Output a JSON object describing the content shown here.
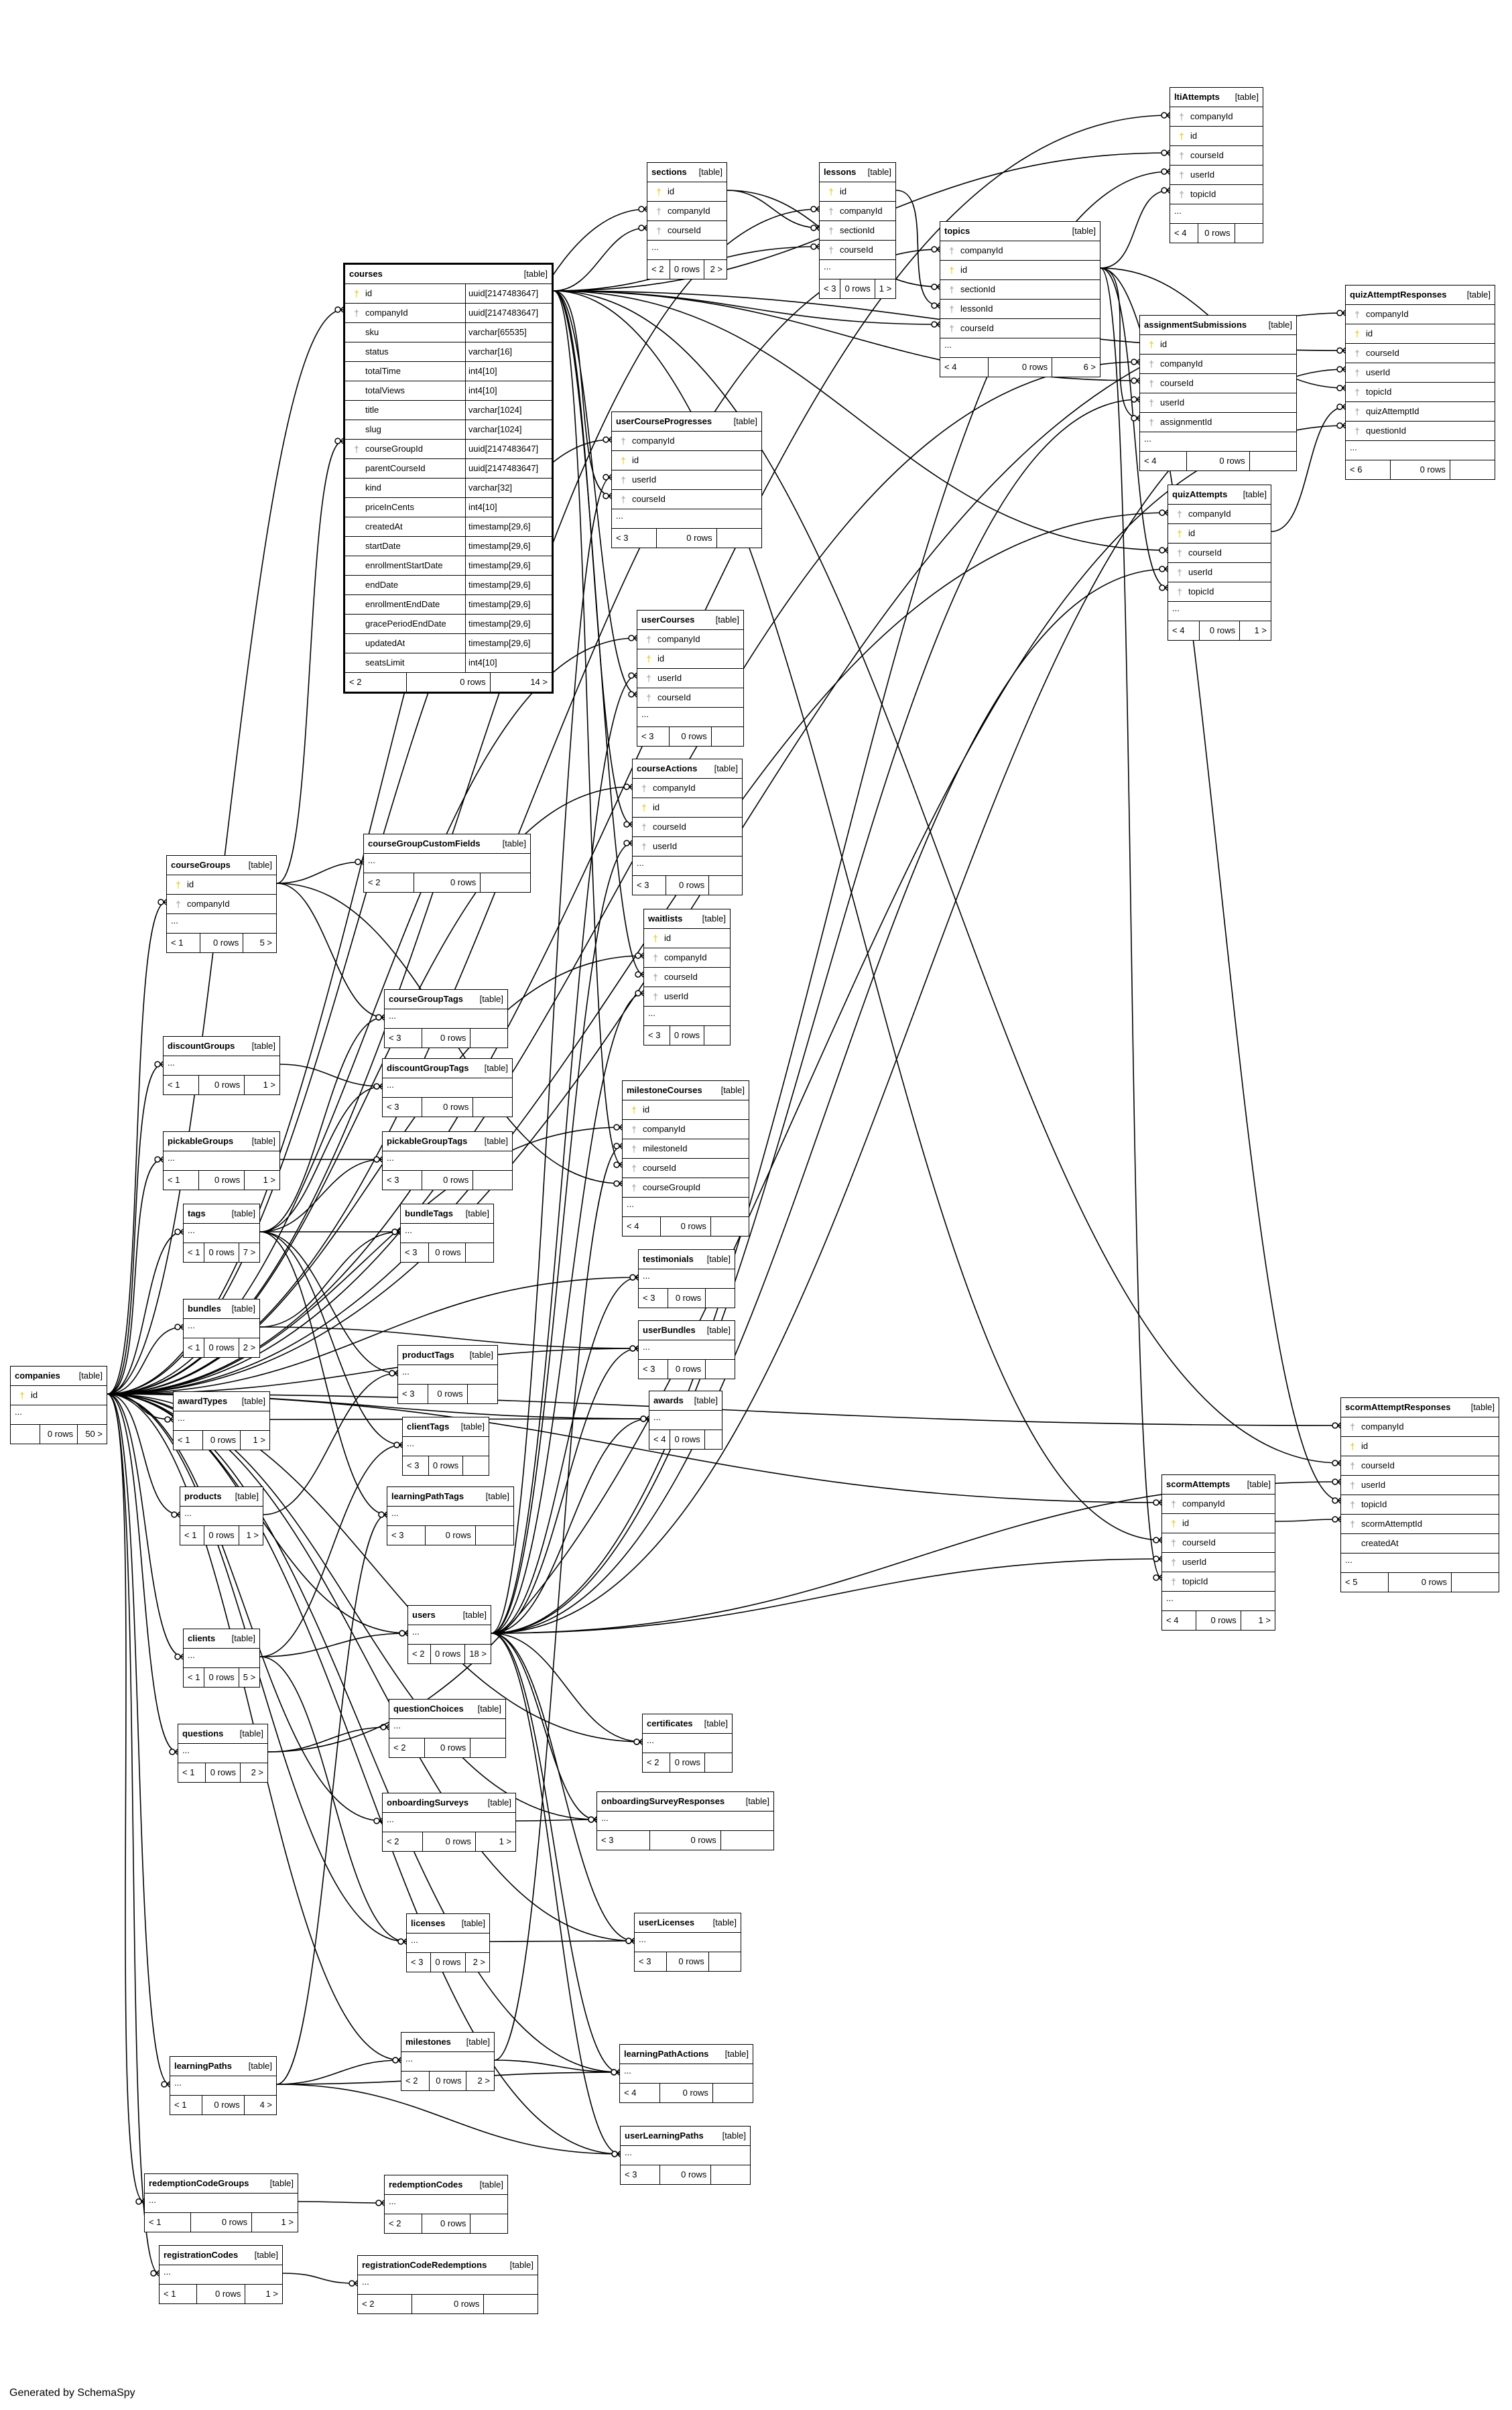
{
  "footer_text": "Generated by SchemaSpy",
  "type_tag": "[table]",
  "ellipsis": "...",
  "colors": {
    "line": "#000000",
    "pk_icon": "#e8c400",
    "fk_icon": "#9a9a9a"
  },
  "tables": [
    {
      "name": "companies",
      "columns": [
        {
          "key": "pk",
          "name": "id"
        }
      ],
      "footer": [
        "",
        "0 rows",
        "50 >"
      ]
    },
    {
      "name": "courses",
      "focus": true,
      "columns": [
        {
          "key": "pk",
          "name": "id",
          "type": "uuid[2147483647]"
        },
        {
          "key": "fk",
          "name": "companyId",
          "type": "uuid[2147483647]"
        },
        {
          "key": "",
          "name": "sku",
          "type": "varchar[65535]"
        },
        {
          "key": "",
          "name": "status",
          "type": "varchar[16]"
        },
        {
          "key": "",
          "name": "totalTime",
          "type": "int4[10]"
        },
        {
          "key": "",
          "name": "totalViews",
          "type": "int4[10]"
        },
        {
          "key": "",
          "name": "title",
          "type": "varchar[1024]"
        },
        {
          "key": "",
          "name": "slug",
          "type": "varchar[1024]"
        },
        {
          "key": "fk",
          "name": "courseGroupId",
          "type": "uuid[2147483647]"
        },
        {
          "key": "",
          "name": "parentCourseId",
          "type": "uuid[2147483647]"
        },
        {
          "key": "",
          "name": "kind",
          "type": "varchar[32]"
        },
        {
          "key": "",
          "name": "priceInCents",
          "type": "int4[10]"
        },
        {
          "key": "",
          "name": "createdAt",
          "type": "timestamp[29,6]"
        },
        {
          "key": "",
          "name": "startDate",
          "type": "timestamp[29,6]"
        },
        {
          "key": "",
          "name": "enrollmentStartDate",
          "type": "timestamp[29,6]"
        },
        {
          "key": "",
          "name": "endDate",
          "type": "timestamp[29,6]"
        },
        {
          "key": "",
          "name": "enrollmentEndDate",
          "type": "timestamp[29,6]"
        },
        {
          "key": "",
          "name": "gracePeriodEndDate",
          "type": "timestamp[29,6]"
        },
        {
          "key": "",
          "name": "updatedAt",
          "type": "timestamp[29,6]"
        },
        {
          "key": "",
          "name": "seatsLimit",
          "type": "int4[10]"
        }
      ],
      "no_dots": true,
      "footer": [
        "< 2",
        "0 rows",
        "14 >"
      ]
    },
    {
      "name": "sections",
      "columns": [
        {
          "key": "pk",
          "name": "id"
        },
        {
          "key": "fk",
          "name": "companyId"
        },
        {
          "key": "fk",
          "name": "courseId"
        }
      ],
      "footer": [
        "< 2",
        "0 rows",
        "2 >"
      ]
    },
    {
      "name": "lessons",
      "columns": [
        {
          "key": "pk",
          "name": "id"
        },
        {
          "key": "fk",
          "name": "companyId"
        },
        {
          "key": "fk",
          "name": "sectionId"
        },
        {
          "key": "fk",
          "name": "courseId"
        }
      ],
      "footer": [
        "< 3",
        "0 rows",
        "1 >"
      ]
    },
    {
      "name": "topics",
      "columns": [
        {
          "key": "fk",
          "name": "companyId"
        },
        {
          "key": "pk",
          "name": "id"
        },
        {
          "key": "fk",
          "name": "sectionId"
        },
        {
          "key": "fk",
          "name": "lessonId"
        },
        {
          "key": "fk",
          "name": "courseId"
        }
      ],
      "footer": [
        "< 4",
        "0 rows",
        "6 >"
      ]
    },
    {
      "name": "ltiAttempts",
      "columns": [
        {
          "key": "fk",
          "name": "companyId"
        },
        {
          "key": "pk",
          "name": "id"
        },
        {
          "key": "fk",
          "name": "courseId"
        },
        {
          "key": "fk",
          "name": "userId"
        },
        {
          "key": "fk",
          "name": "topicId"
        }
      ],
      "footer": [
        "< 4",
        "0 rows",
        ""
      ]
    },
    {
      "name": "quizAttemptResponses",
      "columns": [
        {
          "key": "fk",
          "name": "companyId"
        },
        {
          "key": "pk",
          "name": "id"
        },
        {
          "key": "fk",
          "name": "courseId"
        },
        {
          "key": "fk",
          "name": "userId"
        },
        {
          "key": "fk",
          "name": "topicId"
        },
        {
          "key": "fk",
          "name": "quizAttemptId"
        },
        {
          "key": "fk",
          "name": "questionId"
        }
      ],
      "footer": [
        "< 6",
        "0 rows",
        ""
      ]
    },
    {
      "name": "assignmentSubmissions",
      "columns": [
        {
          "key": "pk",
          "name": "id"
        },
        {
          "key": "fk",
          "name": "companyId"
        },
        {
          "key": "fk",
          "name": "courseId"
        },
        {
          "key": "fk",
          "name": "userId"
        },
        {
          "key": "fk",
          "name": "assignmentId"
        }
      ],
      "footer": [
        "< 4",
        "0 rows",
        ""
      ]
    },
    {
      "name": "quizAttempts",
      "columns": [
        {
          "key": "fk",
          "name": "companyId"
        },
        {
          "key": "pk",
          "name": "id"
        },
        {
          "key": "fk",
          "name": "courseId"
        },
        {
          "key": "fk",
          "name": "userId"
        },
        {
          "key": "fk",
          "name": "topicId"
        }
      ],
      "footer": [
        "< 4",
        "0 rows",
        "1 >"
      ]
    },
    {
      "name": "userCourseProgresses",
      "columns": [
        {
          "key": "fk",
          "name": "companyId"
        },
        {
          "key": "pk",
          "name": "id"
        },
        {
          "key": "fk",
          "name": "userId"
        },
        {
          "key": "fk",
          "name": "courseId"
        }
      ],
      "footer": [
        "< 3",
        "0 rows",
        ""
      ]
    },
    {
      "name": "userCourses",
      "columns": [
        {
          "key": "fk",
          "name": "companyId"
        },
        {
          "key": "pk",
          "name": "id"
        },
        {
          "key": "fk",
          "name": "userId"
        },
        {
          "key": "fk",
          "name": "courseId"
        }
      ],
      "footer": [
        "< 3",
        "0 rows",
        ""
      ]
    },
    {
      "name": "courseActions",
      "columns": [
        {
          "key": "fk",
          "name": "companyId"
        },
        {
          "key": "pk",
          "name": "id"
        },
        {
          "key": "fk",
          "name": "courseId"
        },
        {
          "key": "fk",
          "name": "userId"
        }
      ],
      "footer": [
        "< 3",
        "0 rows",
        ""
      ]
    },
    {
      "name": "waitlists",
      "columns": [
        {
          "key": "pk",
          "name": "id"
        },
        {
          "key": "fk",
          "name": "companyId"
        },
        {
          "key": "fk",
          "name": "courseId"
        },
        {
          "key": "fk",
          "name": "userId"
        }
      ],
      "footer": [
        "< 3",
        "0 rows",
        ""
      ]
    },
    {
      "name": "milestoneCourses",
      "columns": [
        {
          "key": "pk",
          "name": "id"
        },
        {
          "key": "fk",
          "name": "companyId"
        },
        {
          "key": "fk",
          "name": "milestoneId"
        },
        {
          "key": "fk",
          "name": "courseId"
        },
        {
          "key": "fk",
          "name": "courseGroupId"
        }
      ],
      "footer": [
        "< 4",
        "0 rows",
        ""
      ]
    },
    {
      "name": "courseGroups",
      "columns": [
        {
          "key": "pk",
          "name": "id"
        },
        {
          "key": "fk",
          "name": "companyId"
        }
      ],
      "footer": [
        "< 1",
        "0 rows",
        "5 >"
      ]
    },
    {
      "name": "courseGroupCustomFields",
      "columns": [],
      "footer": [
        "< 2",
        "0 rows",
        ""
      ]
    },
    {
      "name": "courseGroupTags",
      "columns": [],
      "footer": [
        "< 3",
        "0 rows",
        ""
      ]
    },
    {
      "name": "discountGroups",
      "columns": [],
      "footer": [
        "< 1",
        "0 rows",
        "1 >"
      ]
    },
    {
      "name": "discountGroupTags",
      "columns": [],
      "footer": [
        "< 3",
        "0 rows",
        ""
      ]
    },
    {
      "name": "pickableGroups",
      "columns": [],
      "footer": [
        "< 1",
        "0 rows",
        "1 >"
      ]
    },
    {
      "name": "pickableGroupTags",
      "columns": [],
      "footer": [
        "< 3",
        "0 rows",
        ""
      ]
    },
    {
      "name": "tags",
      "columns": [],
      "footer": [
        "< 1",
        "0 rows",
        "7 >"
      ]
    },
    {
      "name": "bundleTags",
      "columns": [],
      "footer": [
        "< 3",
        "0 rows",
        ""
      ]
    },
    {
      "name": "bundles",
      "columns": [],
      "footer": [
        "< 1",
        "0 rows",
        "2 >"
      ]
    },
    {
      "name": "testimonials",
      "columns": [],
      "footer": [
        "< 3",
        "0 rows",
        ""
      ]
    },
    {
      "name": "userBundles",
      "columns": [],
      "footer": [
        "< 3",
        "0 rows",
        ""
      ]
    },
    {
      "name": "productTags",
      "columns": [],
      "footer": [
        "< 3",
        "0 rows",
        ""
      ]
    },
    {
      "name": "awardTypes",
      "columns": [],
      "footer": [
        "< 1",
        "0 rows",
        "1 >"
      ]
    },
    {
      "name": "awards",
      "columns": [],
      "footer": [
        "< 4",
        "0 rows",
        ""
      ]
    },
    {
      "name": "clientTags",
      "columns": [],
      "footer": [
        "< 3",
        "0 rows",
        ""
      ]
    },
    {
      "name": "products",
      "columns": [],
      "footer": [
        "< 1",
        "0 rows",
        "1 >"
      ]
    },
    {
      "name": "learningPathTags",
      "columns": [],
      "footer": [
        "< 3",
        "0 rows",
        ""
      ]
    },
    {
      "name": "scormAttemptResponses",
      "columns": [
        {
          "key": "fk",
          "name": "companyId"
        },
        {
          "key": "pk",
          "name": "id"
        },
        {
          "key": "fk",
          "name": "courseId"
        },
        {
          "key": "fk",
          "name": "userId"
        },
        {
          "key": "fk",
          "name": "topicId"
        },
        {
          "key": "fk",
          "name": "scormAttemptId"
        },
        {
          "key": "",
          "name": "createdAt"
        }
      ],
      "footer": [
        "< 5",
        "0 rows",
        ""
      ]
    },
    {
      "name": "scormAttempts",
      "columns": [
        {
          "key": "fk",
          "name": "companyId"
        },
        {
          "key": "pk",
          "name": "id"
        },
        {
          "key": "fk",
          "name": "courseId"
        },
        {
          "key": "fk",
          "name": "userId"
        },
        {
          "key": "fk",
          "name": "topicId"
        }
      ],
      "footer": [
        "< 4",
        "0 rows",
        "1 >"
      ]
    },
    {
      "name": "clients",
      "columns": [],
      "footer": [
        "< 1",
        "0 rows",
        "5 >"
      ]
    },
    {
      "name": "users",
      "columns": [],
      "footer": [
        "< 2",
        "0 rows",
        "18 >"
      ]
    },
    {
      "name": "questionChoices",
      "columns": [],
      "footer": [
        "< 2",
        "0 rows",
        ""
      ]
    },
    {
      "name": "questions",
      "columns": [],
      "footer": [
        "< 1",
        "0 rows",
        "2 >"
      ]
    },
    {
      "name": "certificates",
      "columns": [],
      "footer": [
        "< 2",
        "0 rows",
        ""
      ]
    },
    {
      "name": "onboardingSurveys",
      "columns": [],
      "footer": [
        "< 2",
        "0 rows",
        "1 >"
      ]
    },
    {
      "name": "onboardingSurveyResponses",
      "columns": [],
      "footer": [
        "< 3",
        "0 rows",
        ""
      ]
    },
    {
      "name": "licenses",
      "columns": [],
      "footer": [
        "< 3",
        "0 rows",
        "2 >"
      ]
    },
    {
      "name": "userLicenses",
      "columns": [],
      "footer": [
        "< 3",
        "0 rows",
        ""
      ]
    },
    {
      "name": "milestones",
      "columns": [],
      "footer": [
        "< 2",
        "0 rows",
        "2 >"
      ]
    },
    {
      "name": "learningPaths",
      "columns": [],
      "footer": [
        "< 1",
        "0 rows",
        "4 >"
      ]
    },
    {
      "name": "learningPathActions",
      "columns": [],
      "footer": [
        "< 4",
        "0 rows",
        ""
      ]
    },
    {
      "name": "userLearningPaths",
      "columns": [],
      "footer": [
        "< 3",
        "0 rows",
        ""
      ]
    },
    {
      "name": "redemptionCodeGroups",
      "columns": [],
      "footer": [
        "< 1",
        "0 rows",
        "1 >"
      ]
    },
    {
      "name": "redemptionCodes",
      "columns": [],
      "footer": [
        "< 2",
        "0 rows",
        ""
      ]
    },
    {
      "name": "registrationCodes",
      "columns": [],
      "footer": [
        "< 1",
        "0 rows",
        "1 >"
      ]
    },
    {
      "name": "registrationCodeRedemptions",
      "columns": [],
      "footer": [
        "< 2",
        "0 rows",
        ""
      ]
    }
  ]
}
